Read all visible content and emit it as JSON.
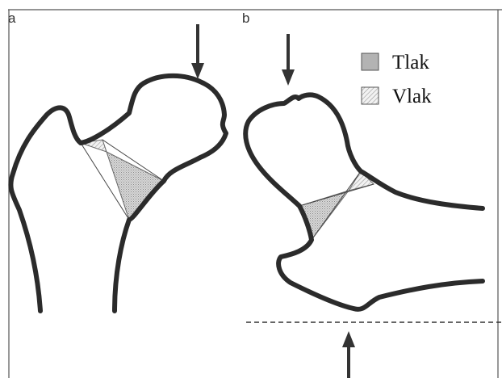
{
  "panels": {
    "a": {
      "label": "a"
    },
    "b": {
      "label": "b"
    }
  },
  "legend": {
    "items": [
      {
        "label": "Tlak",
        "swatch": "solid",
        "color": "#b3b3b3"
      },
      {
        "label": "Vlak",
        "swatch": "hatched",
        "color": "#d9d9d9"
      }
    ]
  },
  "colors": {
    "outline": "#2b2b2b",
    "compression_fill": "#b3b3b3",
    "tension_fill": "#d9d9d9"
  }
}
